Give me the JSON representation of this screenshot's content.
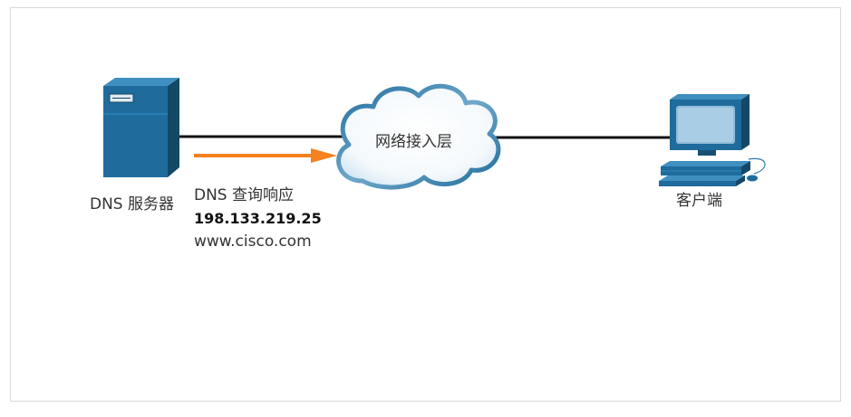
{
  "diagram": {
    "server": {
      "label": "DNS 服务器",
      "icon": "server-tower-icon"
    },
    "cloud": {
      "label": "网络接入层",
      "icon": "cloud-icon"
    },
    "client": {
      "label": "客户端",
      "icon": "desktop-computer-icon"
    },
    "message": {
      "title": "DNS 查询响应",
      "ip": "198.133.219.25",
      "domain": "www.cisco.com",
      "direction": "server-to-cloud"
    },
    "colors": {
      "device_primary": "#1f6c9c",
      "device_dark": "#174f73",
      "arrow": "#f5821f",
      "link": "#111111",
      "cloud_stroke": "#2f7aa8"
    }
  }
}
